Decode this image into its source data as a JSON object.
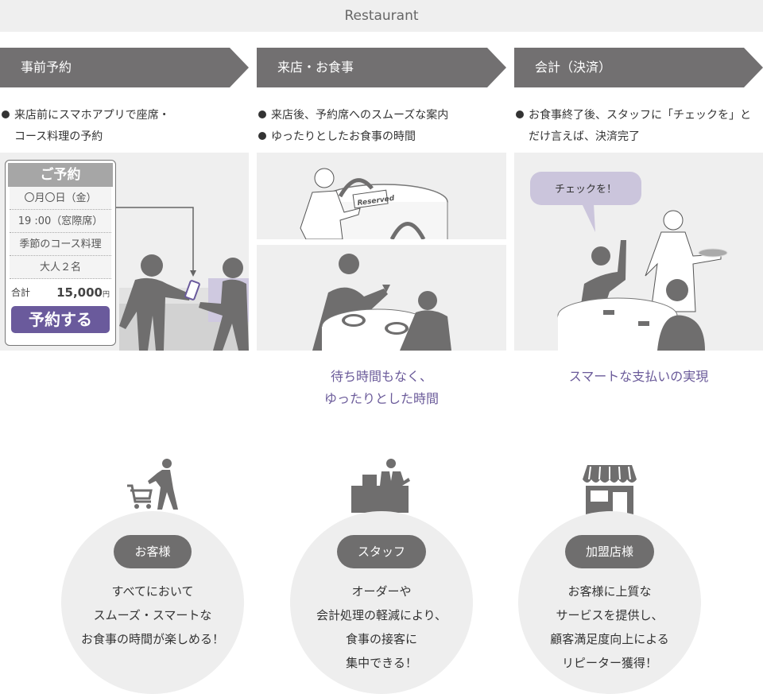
{
  "header": {
    "title": "Restaurant"
  },
  "steps": [
    {
      "title": "事前予約",
      "bullets": [
        "来店前にスマホアプリで座席・コース料理の予約"
      ]
    },
    {
      "title": "来店・お食事",
      "bullets": [
        "来店後、予約席へのスムーズな案内",
        "ゆったりとしたお食事の時間"
      ]
    },
    {
      "title": "会計（決済）",
      "bullets": [
        "お食事終了後、スタッフに「チェックを」とだけ言えば、決済完了"
      ]
    }
  ],
  "card": {
    "title": "ご予約",
    "date": "〇月〇日（金）",
    "time": "19 :00（窓際席）",
    "course": "季節のコース料理",
    "people": "大人２名",
    "total_label": "合計",
    "total": "15,000",
    "yen": "円",
    "button": "予約する"
  },
  "illus": {
    "reserved_sign": "Reserved",
    "speech": "チェックを！"
  },
  "captions": {
    "dining": [
      "待ち時間もなく、",
      "ゆったりとした時間"
    ],
    "payment": "スマートな支払いの実現"
  },
  "colors": {
    "banner": "#727071",
    "accent": "#6a5a9c",
    "bubble": "#cbc5dc"
  },
  "benefits": [
    {
      "icon": "shopper-icon",
      "label": "お客様",
      "lines": [
        "すべてにおいて",
        "スムーズ・スマートな",
        "お食事の時間が楽しめる！"
      ]
    },
    {
      "icon": "staff-icon",
      "label": "スタッフ",
      "lines": [
        "オーダーや",
        "会計処理の軽減により、",
        "食事の接客に",
        "集中できる！"
      ]
    },
    {
      "icon": "store-icon",
      "label": "加盟店様",
      "lines": [
        "お客様に上質な",
        "サービスを提供し、",
        "顧客満足度向上による",
        "リピーター獲得！"
      ]
    }
  ]
}
